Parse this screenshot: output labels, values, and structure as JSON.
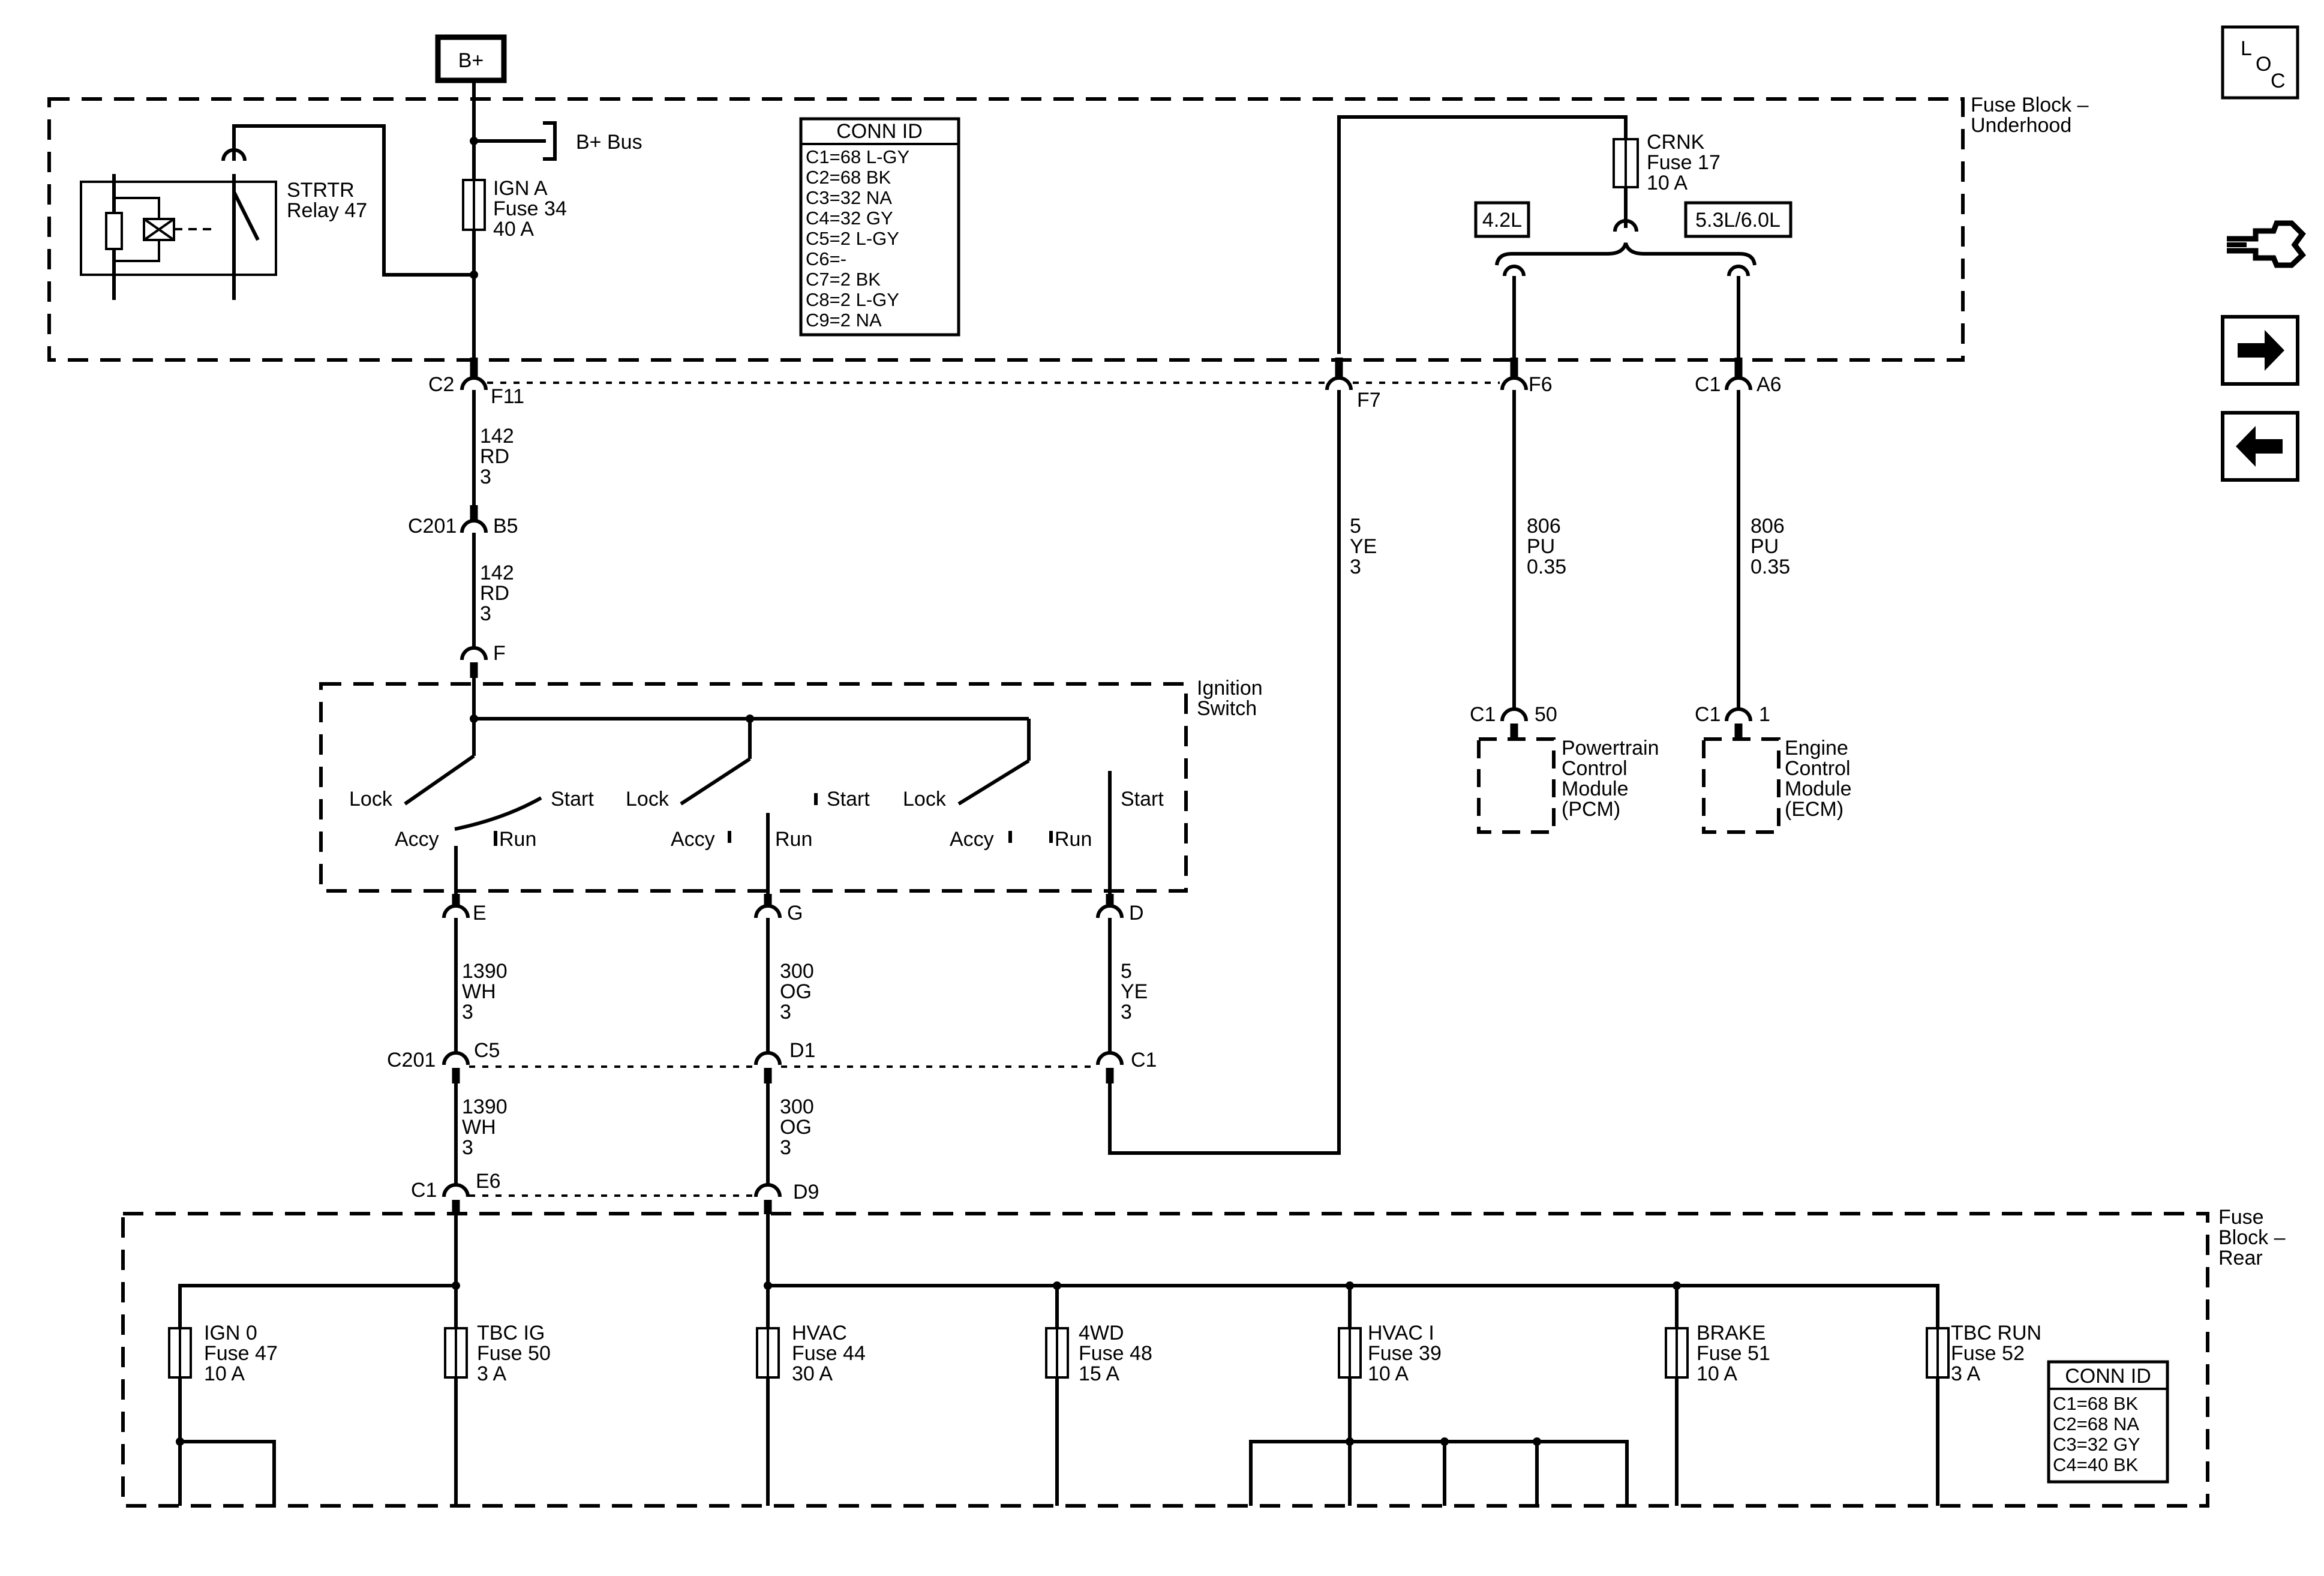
{
  "power": {
    "bplus": "B+",
    "bplus_bus": "B+ Bus"
  },
  "fuse_block_underhood": {
    "label": [
      "Fuse Block –",
      "Underhood"
    ]
  },
  "relay": {
    "label": [
      "STRTR",
      "Relay 47"
    ]
  },
  "fuse_ign_a": {
    "label": [
      "IGN A",
      "Fuse 34",
      "40 A"
    ]
  },
  "fuse_crnk": {
    "label": [
      "CRNK",
      "Fuse 17",
      "10 A"
    ]
  },
  "engine_options": {
    "left": "4.2L",
    "right": "5.3L/6.0L"
  },
  "conn_id_underhood": {
    "title": "CONN ID",
    "rows": [
      "C1=68 L-GY",
      "C2=68 BK",
      "C3=32 NA",
      "C4=32 GY",
      "C5=2 L-GY",
      "C6=-",
      "C7=2 BK",
      "C8=2 L-GY",
      "C9=2 NA"
    ]
  },
  "connectors_top": {
    "c2": "C2",
    "f11": "F11",
    "f7": "F7",
    "f6": "F6",
    "c1": "C1",
    "a6": "A6"
  },
  "wires": {
    "w142": [
      "142",
      "RD",
      "3"
    ],
    "w5": [
      "5",
      "YE",
      "3"
    ],
    "w806": [
      "806",
      "PU",
      "0.35"
    ],
    "w1390": [
      "1390",
      "WH",
      "3"
    ],
    "w300": [
      "300",
      "OG",
      "3"
    ]
  },
  "c201_top": {
    "id": "C201",
    "pin": "B5"
  },
  "switch_in": {
    "pin": "F"
  },
  "ignition_switch": {
    "label": [
      "Ignition",
      "Switch"
    ],
    "lock": "Lock",
    "start": "Start",
    "accy": "Accy",
    "run": "Run",
    "out_e": "E",
    "out_g": "G",
    "out_d": "D"
  },
  "modules": {
    "pcm": {
      "conn": "C1",
      "pin": "50",
      "label": [
        "Powertrain",
        "Control",
        "Module",
        "(PCM)"
      ]
    },
    "ecm": {
      "conn": "C1",
      "pin": "1",
      "label": [
        "Engine",
        "Control",
        "Module",
        "(ECM)"
      ]
    }
  },
  "c201_bottom": {
    "id": "C201",
    "c5": "C5",
    "d1": "D1",
    "c1": "C1"
  },
  "rear_inputs": {
    "c1": "C1",
    "e6": "E6",
    "d9": "D9"
  },
  "fuse_block_rear": {
    "label": [
      "Fuse",
      "Block –",
      "Rear"
    ]
  },
  "rear_fuses": [
    {
      "label": [
        "IGN 0",
        "Fuse 47",
        "10 A"
      ]
    },
    {
      "label": [
        "TBC IG",
        "Fuse 50",
        "3 A"
      ]
    },
    {
      "label": [
        "HVAC",
        "Fuse 44",
        "30 A"
      ]
    },
    {
      "label": [
        "4WD",
        "Fuse 48",
        "15 A"
      ]
    },
    {
      "label": [
        "HVAC I",
        "Fuse 39",
        "10 A"
      ]
    },
    {
      "label": [
        "BRAKE",
        "Fuse 51",
        "10 A"
      ]
    },
    {
      "label": [
        "TBC RUN",
        "Fuse 52",
        "3 A"
      ]
    }
  ],
  "conn_id_rear": {
    "title": "CONN ID",
    "rows": [
      "C1=68 BK",
      "C2=68 NA",
      "C3=32 GY",
      "C4=40 BK"
    ]
  },
  "nav": {
    "loc": [
      "L",
      "O",
      "C"
    ]
  }
}
